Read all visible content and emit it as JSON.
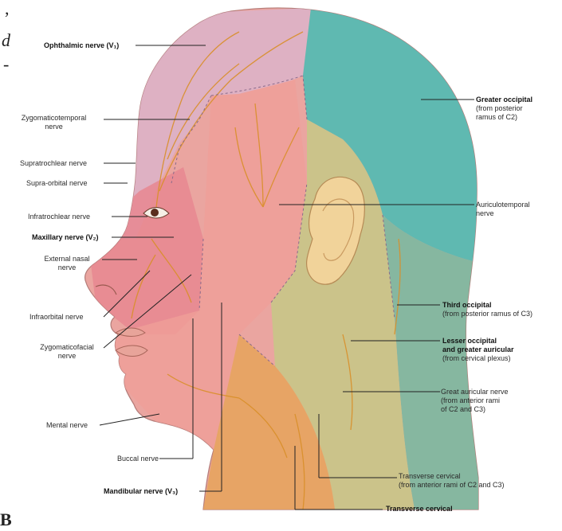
{
  "edge": {
    "top_mark": ",",
    "italic_d": "d",
    "dash": "-",
    "panel": "B"
  },
  "labels": {
    "ophthalmic": "Ophthalmic nerve (V₁)",
    "zygomaticotemporal_1": "Zygomaticotemporal",
    "zygomaticotemporal_2": "nerve",
    "supratrochlear": "Supratrochlear nerve",
    "supraorbital": "Supra-orbital nerve",
    "infratrochlear": "Infratrochlear nerve",
    "maxillary": "Maxillary nerve (V₂)",
    "external_nasal_1": "External nasal",
    "external_nasal_2": "nerve",
    "infraorbital": "Infraorbital nerve",
    "zygomaticofacial_1": "Zygomaticofacial",
    "zygomaticofacial_2": "nerve",
    "mental": "Mental nerve",
    "buccal": "Buccal nerve",
    "mandibular": "Mandibular nerve (V₃)",
    "greater_occipital_1": "Greater occipital",
    "greater_occipital_2": "(from posterior",
    "greater_occipital_3": "ramus of C2)",
    "auriculotemporal_1": "Auriculotemporal",
    "auriculotemporal_2": "nerve",
    "third_occipital_1": "Third occipital",
    "third_occipital_2": "(from posterior ramus of C3)",
    "lesser_occipital_1": "Lesser occipital",
    "lesser_occipital_2": "and greater auricular",
    "lesser_occipital_3": "(from cervical plexus)",
    "great_auricular_1": "Great auricular nerve",
    "great_auricular_2": "(from anterior rami",
    "great_auricular_3": "of C2 and C3)",
    "transverse_cervical_note_1": "Transverse cervical",
    "transverse_cervical_note_2": "(from anterior rami of C2 and C3)",
    "transverse_cervical": "Transverse cervical"
  },
  "colors": {
    "v1_region": "#dcb3c9",
    "v2_region": "#e88790",
    "v3_region": "#ef9f98",
    "occipital_region": "#5fb9b1",
    "cervical_region": "#c9c489",
    "neck_region": "#e7a45e",
    "nerve": "#d98f2a",
    "leader": "#222222"
  }
}
